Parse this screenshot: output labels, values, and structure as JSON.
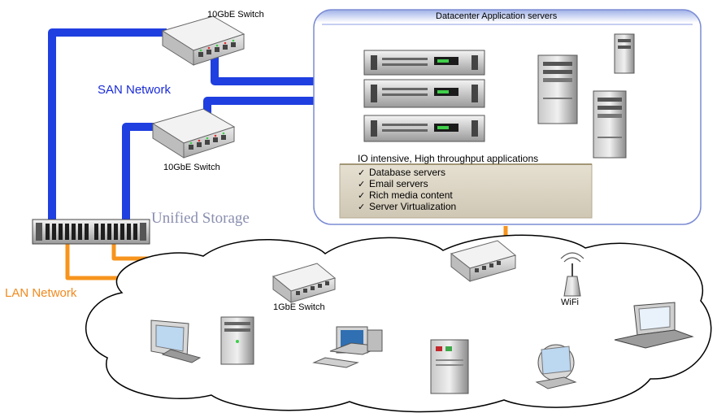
{
  "labels": {
    "switch_top": "10GbE Switch",
    "switch_mid": "10GbE Switch",
    "switch_lan": "1GbE Switch",
    "san": "SAN Network",
    "lan": "LAN Network",
    "storage": "Unified Storage",
    "wifi": "WiFi"
  },
  "datacenter": {
    "title": "Datacenter Application servers",
    "subtitle": "IO intensive, High throughput applications",
    "items": [
      "Database servers",
      "Email servers",
      "Rich media content",
      "Server Virtualization"
    ]
  },
  "colors": {
    "san_link": "#1f3fe0",
    "lan_link": "#f7941d",
    "panel_border": "#7b8bd4",
    "list_bg": "#d8d2c2"
  }
}
